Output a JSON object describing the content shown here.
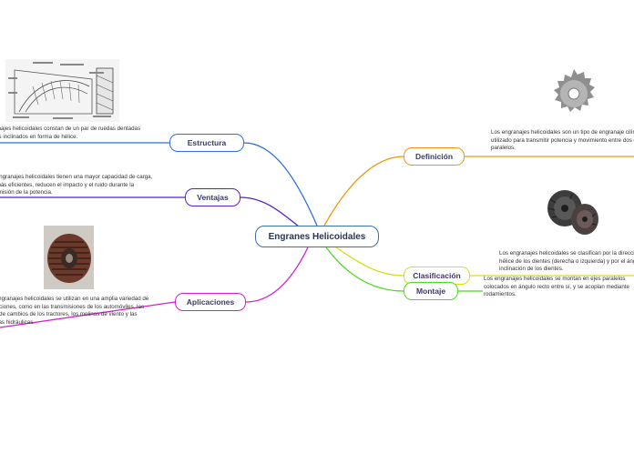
{
  "central": {
    "title": "Engranes Helicoidales"
  },
  "branches": [
    {
      "key": "estructura",
      "label": "Estructura",
      "color": "#2f6fe0",
      "text": "Los engranajes helicoidales constan de un par de ruedas dentadas con dientes inclinados en forma de hélice."
    },
    {
      "key": "ventajas",
      "label": "Ventajas",
      "color": "#5a1fd0",
      "text": "Los engranajes helicoidales tienen una mayor capacidad de carga, son más eficientes, reducen el impacto y el ruido durante la transmisión de la potencia."
    },
    {
      "key": "aplicaciones",
      "label": "Aplicaciones",
      "color": "#d81ec9",
      "text": "Los engranajes helicoidales se utilizan en una amplia variedad de aplicaciones, como en las transmisiones de los automóviles, las cajas de cambios de los tractores, los molinos de viento y las turbinas hidráulicas."
    },
    {
      "key": "definicion",
      "label": "Definición",
      "color": "#f0960f",
      "text": "Los engranajes helicoidales son un tipo de engranaje cilíndrico utilizado para transmitir potencia y movimiento entre dos ejes paralelos."
    },
    {
      "key": "clasificacion",
      "label": "Clasificación",
      "color": "#d6e018",
      "text": "Los engranajes helicoidales se clasifican por la dirección de la hélice de los dientes (derecha o izquierda) y por el ángulo de inclinación de los dientes."
    },
    {
      "key": "montaje",
      "label": "Montaje",
      "color": "#4fd826",
      "text": "Los engranajes helicoidales se montan en ejes paralelos colocados en ángulo recto entre sí, y se acoplan mediante rodamientos."
    }
  ]
}
